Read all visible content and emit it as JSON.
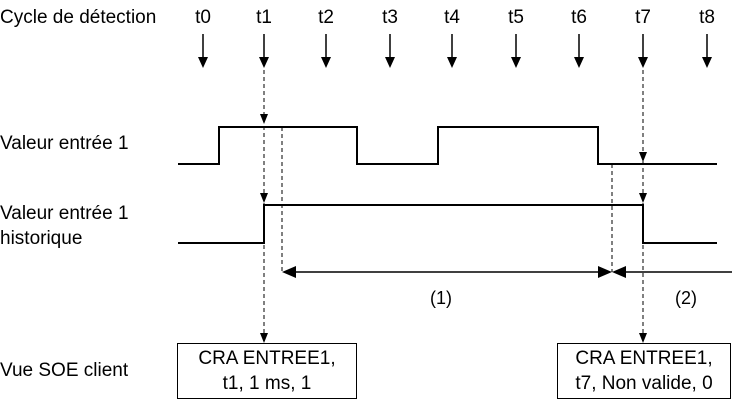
{
  "labels": {
    "detection_cycle": "Cycle de détection",
    "input_value": "Valeur entrée 1",
    "input_history_line1": "Valeur entrée 1",
    "input_history_line2": "historique",
    "soe_view": "Vue SOE client"
  },
  "ticks": [
    "t0",
    "t1",
    "t2",
    "t3",
    "t4",
    "t5",
    "t6",
    "t7",
    "t8"
  ],
  "intervals": {
    "first": "(1)",
    "second": "(2)"
  },
  "events": [
    {
      "line1": "CRA ENTREE1,",
      "line2": "t1, 1 ms, 1"
    },
    {
      "line1": "CRA ENTREE1,",
      "line2": "t7, Non valide, 0"
    }
  ]
}
